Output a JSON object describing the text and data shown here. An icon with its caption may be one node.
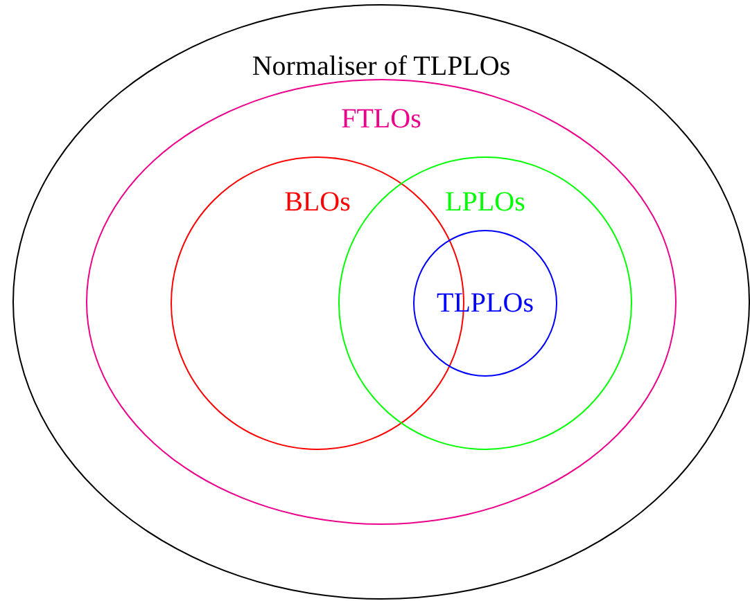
{
  "diagram": {
    "nodes": [
      {
        "text": [
          "Normaliser of TLPLOs"
        ]
      },
      {
        "text": [
          "FTLOs"
        ],
        "in": 0
      },
      {
        "text": [
          "BLOs"
        ],
        "in": 1
      },
      {
        "text": [
          "LPLOs"
        ],
        "in": 1
      },
      {
        "text": [
          "TLPLOs"
        ],
        "in": 3
      }
    ]
  }
}
